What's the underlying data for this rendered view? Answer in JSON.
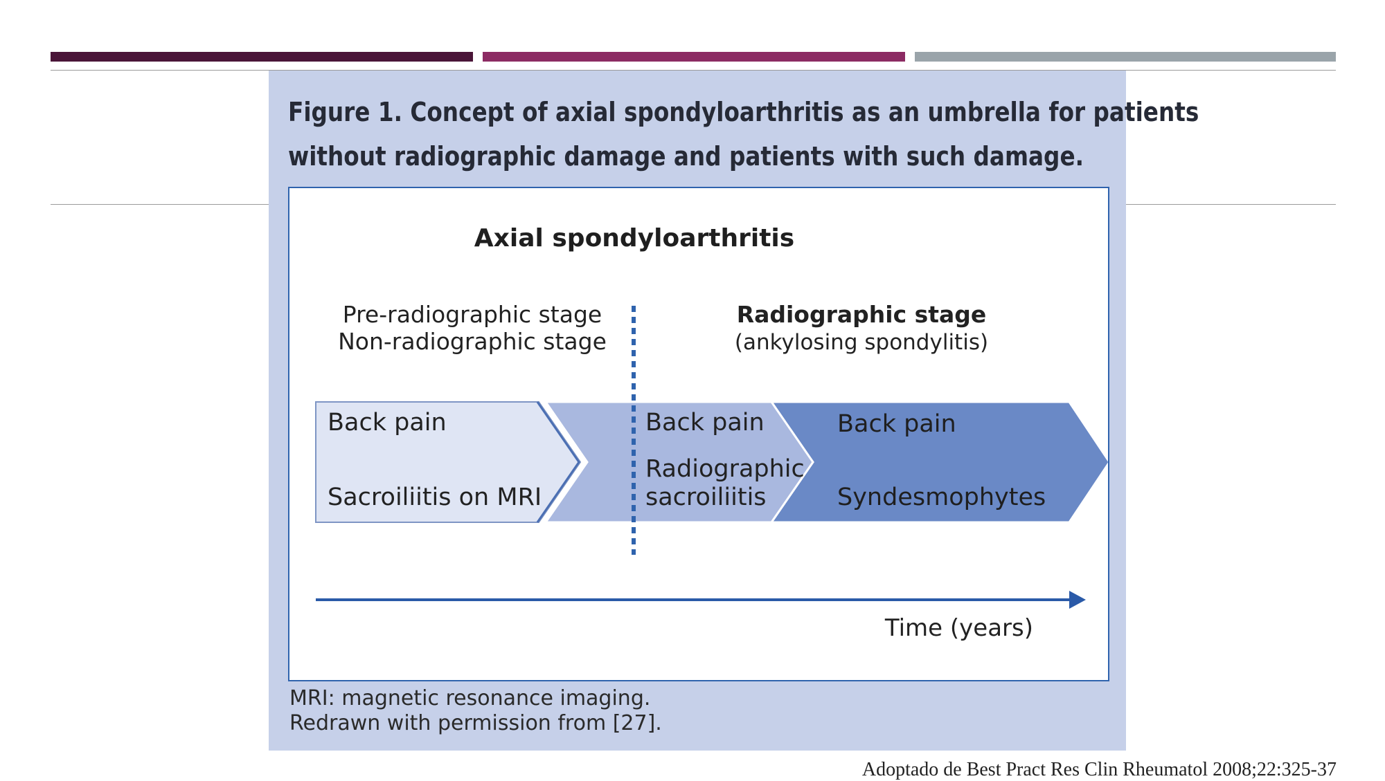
{
  "colors": {
    "bar_1": "#4a1538",
    "bar_2": "#8c2b63",
    "bar_3": "#9aa4aa",
    "panel_bg": "#c6d0e9",
    "frame": "#2f63ad",
    "stage_1_fill": "#dfe5f4",
    "stage_2_fill": "#a9b8df",
    "stage_3_fill": "#6a89c6",
    "arrow_blue": "#2a5aa8"
  },
  "figure": {
    "title_line_1": "Figure 1. Concept of axial spondyloarthritis as an umbrella for patients",
    "title_line_2": "without radiographic damage and patients with such damage.",
    "notes": [
      "MRI: magnetic resonance imaging.",
      "Redrawn with permission from [27]."
    ]
  },
  "diagram": {
    "heading": "Axial spondyloarthritis",
    "left_label_1": "Pre-radiographic stage",
    "left_label_2": "Non-radiographic stage",
    "right_label_1": "Radiographic stage",
    "right_label_2": "(ankylosing spondylitis)",
    "stages": [
      {
        "lines": [
          "Back pain",
          "Sacroiliitis on MRI"
        ]
      },
      {
        "lines": [
          "Back pain",
          "Radiographic",
          "sacroiliitis"
        ]
      },
      {
        "lines": [
          "Back pain",
          "Syndesmophytes"
        ]
      }
    ],
    "time_label": "Time (years)"
  },
  "credit": "Adoptado de Best Pract Res Clin Rheumatol  2008;22:325-37"
}
